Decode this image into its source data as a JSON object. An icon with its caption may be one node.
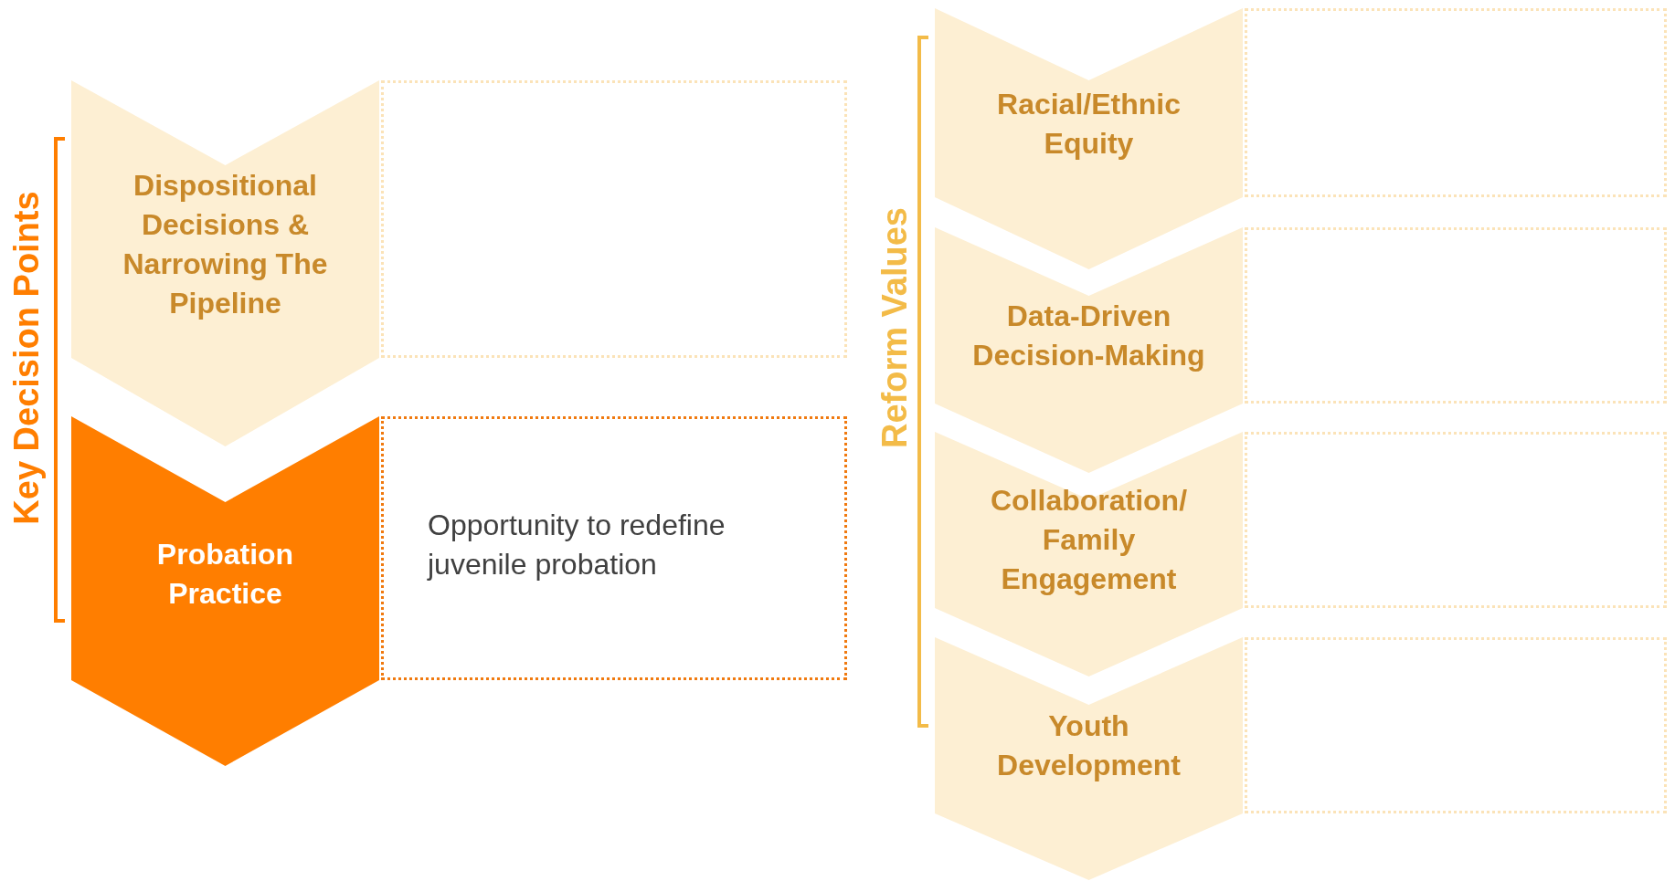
{
  "diagram": {
    "nodes": [
      {
        "text": [
          "Dispositional Decisions & Narrowing The Pipeline"
        ]
      },
      {
        "text": [],
        "shape": "box"
      },
      {
        "text": [
          "Probation Practice"
        ]
      },
      {
        "text": [
          "Opportunity to redefine juvenile probation"
        ]
      },
      {
        "text": [
          "Racial/Ethnic Equity"
        ]
      },
      {
        "text": [],
        "shape": "box"
      },
      {
        "text": [
          "Data-Driven Decision-Making"
        ]
      },
      {
        "text": [],
        "shape": "box"
      },
      {
        "text": [
          "Collaboration/ Family Engagement"
        ]
      },
      {
        "text": [],
        "shape": "box"
      },
      {
        "text": [
          "Youth Development"
        ]
      },
      {
        "text": [],
        "shape": "box"
      }
    ],
    "edges": [],
    "labels": [
      "Key Decision Points",
      "Reform Values"
    ]
  }
}
